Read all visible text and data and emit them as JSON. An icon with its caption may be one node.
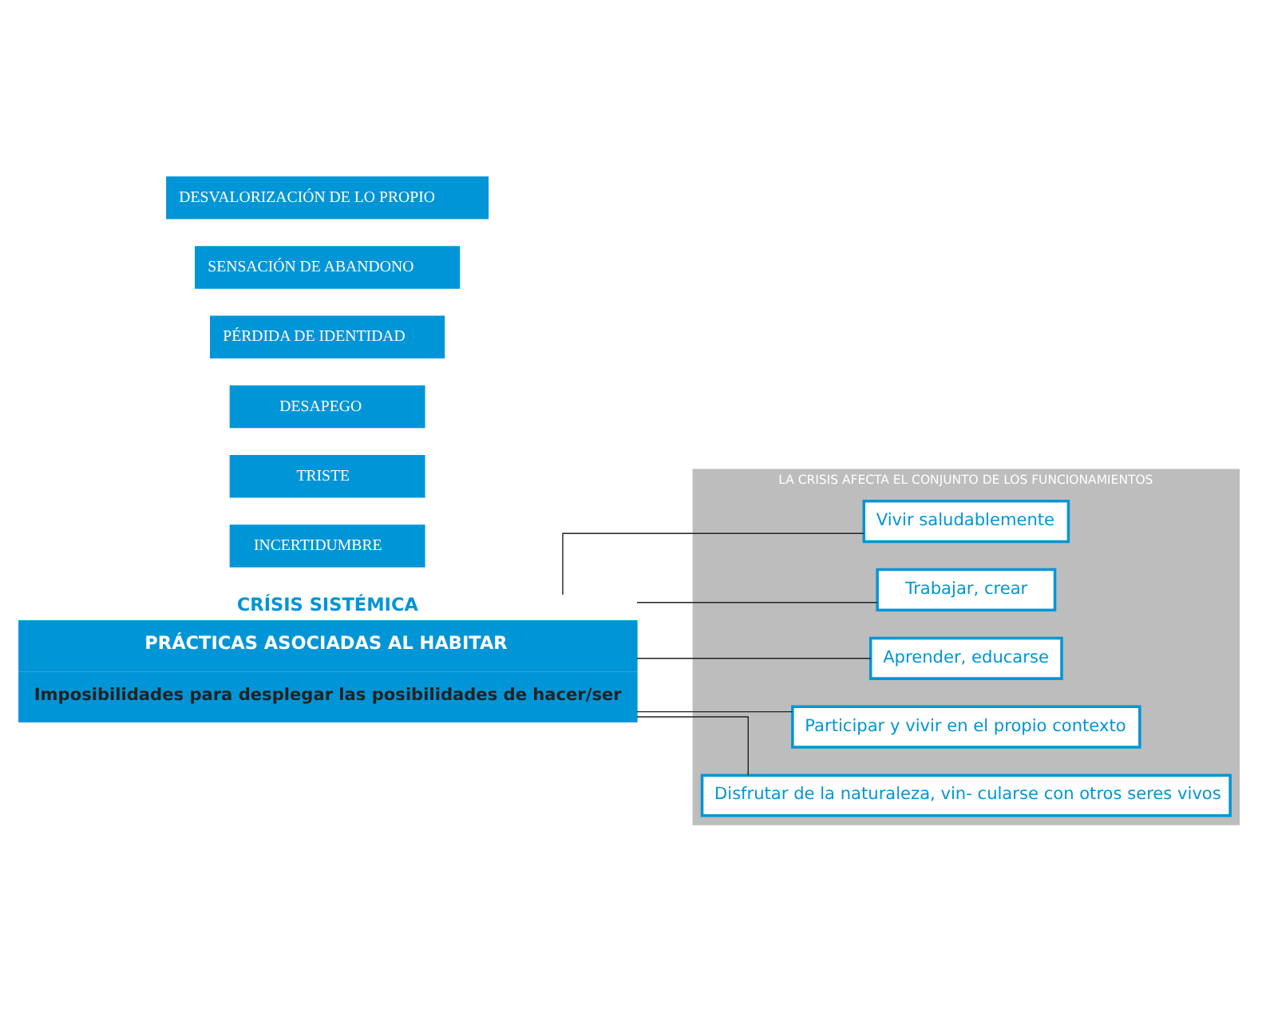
{
  "diagram": {
    "nodes": [
      {
        "text": [
          "CRÍSIS SISTÉMICA",
          "PRÁCTICAS ASOCIADAS AL HABITAR",
          "Imposibilidades para desplegar las posibilidades de hacer/ser"
        ]
      },
      {
        "text": [
          "LA CRISIS AFECTA EL CONJUNTO DE LOS FUNCIONAMIENTOS"
        ]
      },
      {
        "text": [
          "Vivir saludablemente"
        ],
        "in": 1
      },
      {
        "text": [
          "Trabajar, crear"
        ],
        "in": 1
      },
      {
        "text": [
          "Aprender, educarse"
        ],
        "in": 1
      },
      {
        "text": [
          "Participar y vivir en el propio contexto"
        ],
        "in": 1
      },
      {
        "text": [
          "Disfrutar de la naturaleza, vin- cularse con otros seres vivos"
        ],
        "in": 1
      },
      {
        "text": [
          "INCERTIDUMBRE"
        ]
      },
      {
        "text": [
          "TRISTE"
        ]
      },
      {
        "text": [
          "DESAPEGO"
        ]
      },
      {
        "text": [
          "PÉRDIDA DE IDENTIDAD"
        ]
      },
      {
        "text": [
          "SENSACIÓN DE ABANDONO"
        ]
      },
      {
        "text": [
          "DESVALORIZACIÓN DE LO PROPIO"
        ]
      }
    ],
    "edges": [
      {
        "from": 0,
        "to": 2,
        "arrow": "none"
      },
      {
        "from": 0,
        "to": 3,
        "arrow": "none"
      },
      {
        "from": 0,
        "to": 4,
        "arrow": "none"
      },
      {
        "from": 0,
        "to": 5,
        "arrow": "none"
      },
      {
        "from": 0,
        "to": 6,
        "arrow": "none"
      }
    ]
  }
}
